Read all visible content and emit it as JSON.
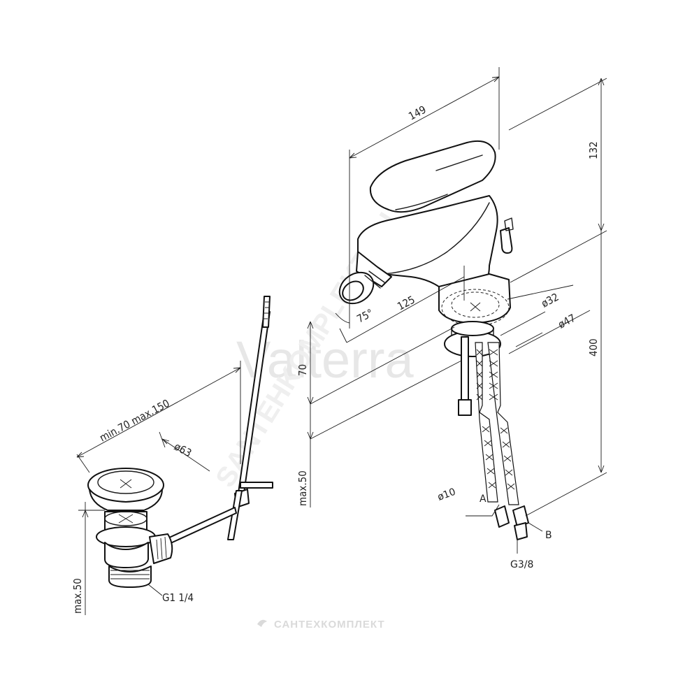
{
  "watermarks": {
    "brand": "Valterra",
    "diagonal": "SANTEHKOMPLEKT.RU",
    "footer": "САНТЕХКОМПЛЕКТ"
  },
  "dimensions": {
    "width_149": "149",
    "height_132": "132",
    "height_400": "400",
    "spout_125": "125",
    "angle_75": "75°",
    "dia_32": "ø32",
    "dia_47": "ø47",
    "height_70": "70",
    "max50_right": "max.50",
    "min_max": "min.70 max.150",
    "dia_63": "ø63",
    "max50_left": "max.50",
    "dia_10": "ø10"
  },
  "labels": {
    "point_a": "A",
    "point_b": "B",
    "thread_g38": "G3/8",
    "thread_g114": "G1 1/4"
  }
}
